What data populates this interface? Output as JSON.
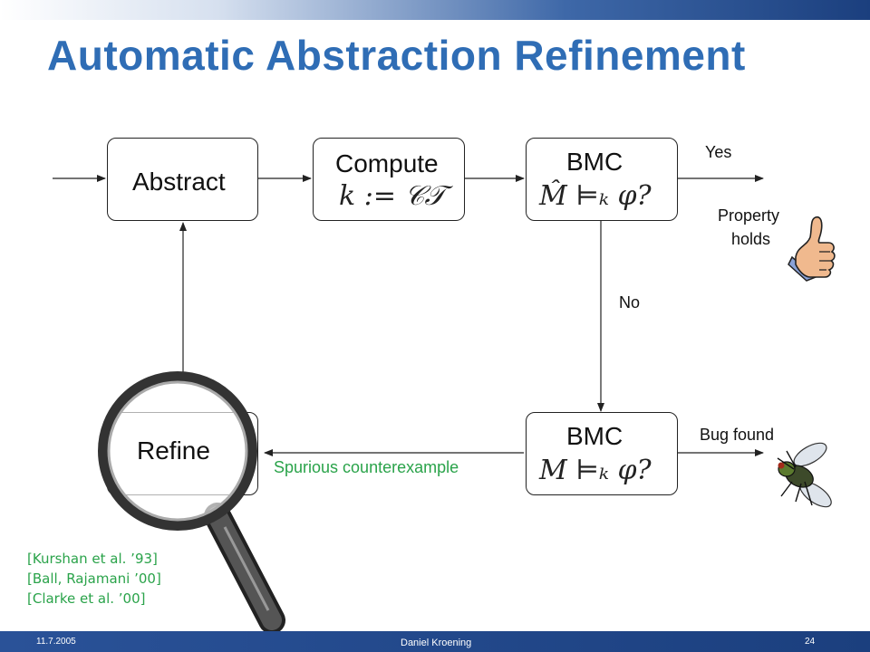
{
  "slide": {
    "title": "Automatic Abstraction Refinement",
    "boxes": {
      "abstract": "Abstract",
      "compute": "Compute",
      "compute_formula": "k := 𝒞𝒯",
      "bmc_top": "BMC",
      "bmc_top_formula": "M̂ ⊨ₖ φ?",
      "refine": "Refine",
      "bmc_bottom": "BMC",
      "bmc_bottom_formula": "M ⊨ₖ φ?"
    },
    "edges": {
      "yes": "Yes",
      "property_line1": "Property",
      "property_line2": "holds",
      "no": "No",
      "bug_found": "Bug found",
      "spurious": "Spurious counterexample"
    },
    "references": [
      "[Kurshan et al. ’93]",
      "[Ball, Rajamani ’00]",
      "[Clarke et al. ’00]"
    ],
    "footer": {
      "date": "11.7.2005",
      "author": "Daniel Kroening",
      "page": "24"
    },
    "colors": {
      "title": "#2f6db5",
      "spurious": "#2aa34a",
      "bar": "#1b3f7e"
    },
    "icons": [
      "thumbs-up-icon",
      "fly-icon",
      "magnifying-glass-icon"
    ]
  }
}
